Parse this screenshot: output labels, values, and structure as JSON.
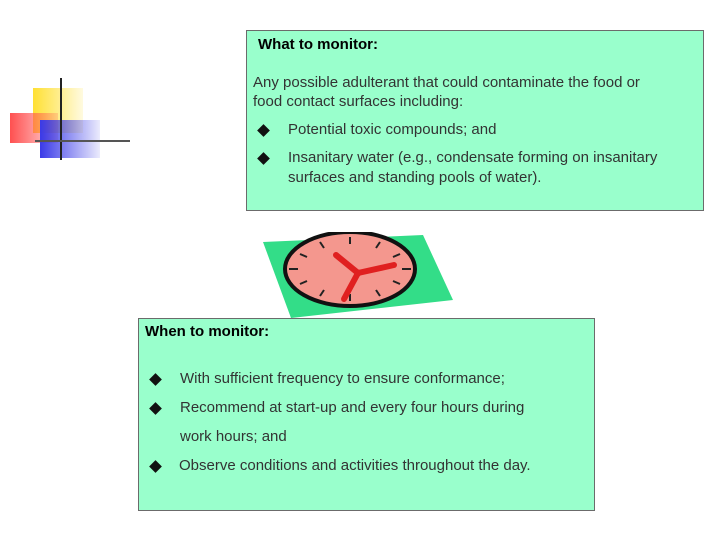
{
  "what": {
    "title": "What to monitor:",
    "intro_line1": "Any possible adulterant that could contaminate the food or",
    "intro_line2": "food contact surfaces including:",
    "items": [
      {
        "line1": "Potential toxic compounds; and"
      },
      {
        "line1": "Insanitary water (e.g., condensate forming on insanitary",
        "line2": "surfaces and standing pools of water)."
      }
    ]
  },
  "when": {
    "title": "When to monitor:",
    "items": [
      {
        "line1": "With sufficient frequency to ensure conformance;"
      },
      {
        "line1": "Recommend at start-up and every four hours during",
        "line2": "work hours; and"
      },
      {
        "line1": "Observe conditions and activities throughout the day."
      }
    ]
  },
  "colors": {
    "box_fill": "#99ffcc",
    "clock_face": "#f4978e",
    "clock_hands": "#e02020",
    "clock_base": "#33dd88"
  },
  "icons": {
    "bullet": "diamond-bullet-icon",
    "clock": "clock-icon",
    "decoration": "corner-squares-decoration"
  }
}
